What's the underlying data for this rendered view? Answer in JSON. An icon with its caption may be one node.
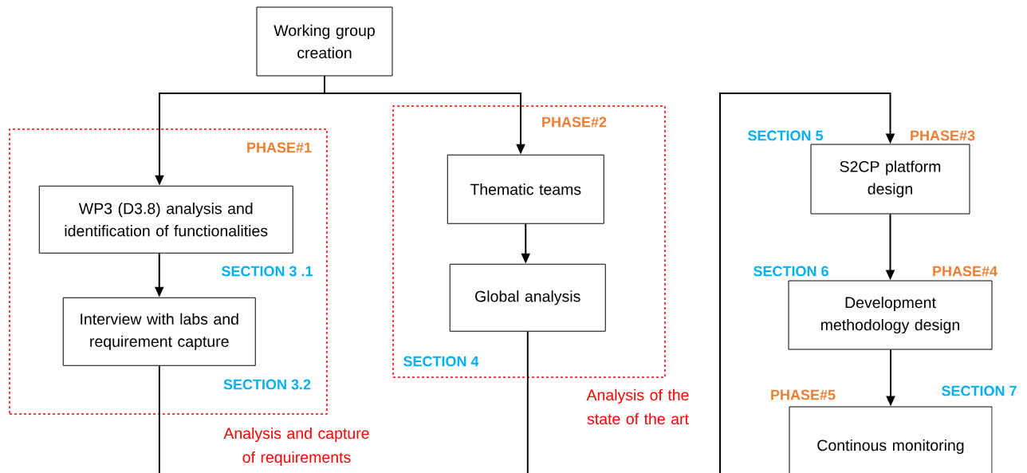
{
  "diagram": {
    "nodes": [
      {
        "text": [
          "Working group creation"
        ]
      },
      {
        "text": [
          "PHASE#1"
        ],
        "beside": [
          "Analysis and capture of requirements"
        ]
      },
      {
        "text": [
          "WP3 (D3.8) analysis and identification of functionalities"
        ],
        "in": 1,
        "beside": [
          "SECTION 3 .1"
        ]
      },
      {
        "text": [
          "Interview with labs and requirement capture"
        ],
        "in": 1,
        "beside": [
          "SECTION 3.2"
        ]
      },
      {
        "text": [
          "PHASE#2"
        ],
        "beside": [
          "Analysis of the state of the art"
        ]
      },
      {
        "text": [
          "Thematic teams"
        ],
        "in": 4
      },
      {
        "text": [
          "Global analysis"
        ],
        "in": 4,
        "beside": [
          "SECTION 4"
        ]
      },
      {
        "text": [
          "S2CP platform design"
        ],
        "beside": [
          "SECTION 5",
          "PHASE#3"
        ]
      },
      {
        "text": [
          "Development methodology design"
        ],
        "beside": [
          "SECTION 6",
          "PHASE#4"
        ]
      },
      {
        "text": [
          "Continous monitoring"
        ],
        "beside": [
          "PHASE#5",
          "SECTION 7"
        ]
      }
    ],
    "edges": [
      {
        "from": 0,
        "to": 2,
        "arrow": "to"
      },
      {
        "from": 0,
        "to": 5,
        "arrow": "to"
      },
      {
        "from": 2,
        "to": 3,
        "arrow": "to"
      },
      {
        "from": 5,
        "to": 6,
        "arrow": "to"
      },
      {
        "from": 3,
        "to": null,
        "arrow": "none"
      },
      {
        "from": 6,
        "to": null,
        "arrow": "none"
      },
      {
        "from": null,
        "to": 7,
        "arrow": "to"
      },
      {
        "from": 7,
        "to": 8,
        "arrow": "to"
      },
      {
        "from": 8,
        "to": 9,
        "arrow": "to"
      }
    ]
  }
}
